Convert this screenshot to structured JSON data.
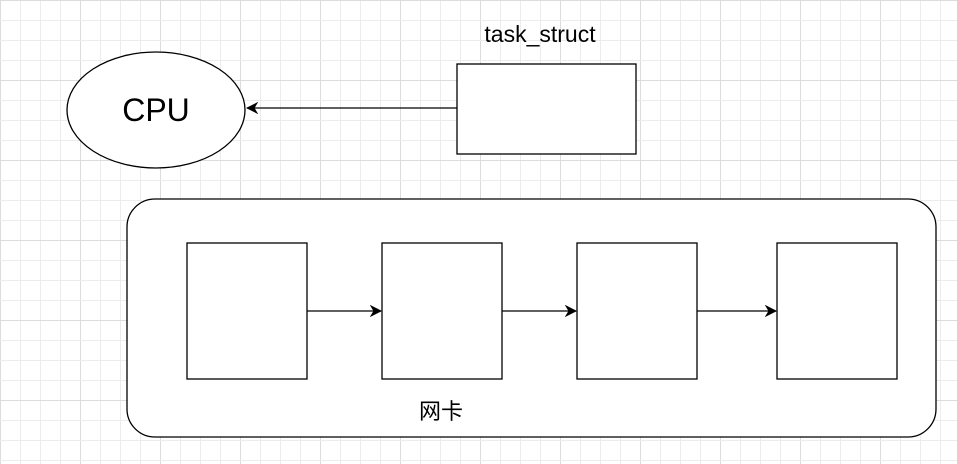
{
  "diagram": {
    "cpu": {
      "label": "CPU"
    },
    "task_struct": {
      "label": "task_struct"
    },
    "nic": {
      "label": "网卡",
      "buffer_count": 4
    },
    "colors": {
      "line": "#000000",
      "fill": "#ffffff",
      "grid_minor": "#ececec",
      "grid_major": "#dcdcdc",
      "background": "#ffffff"
    }
  }
}
